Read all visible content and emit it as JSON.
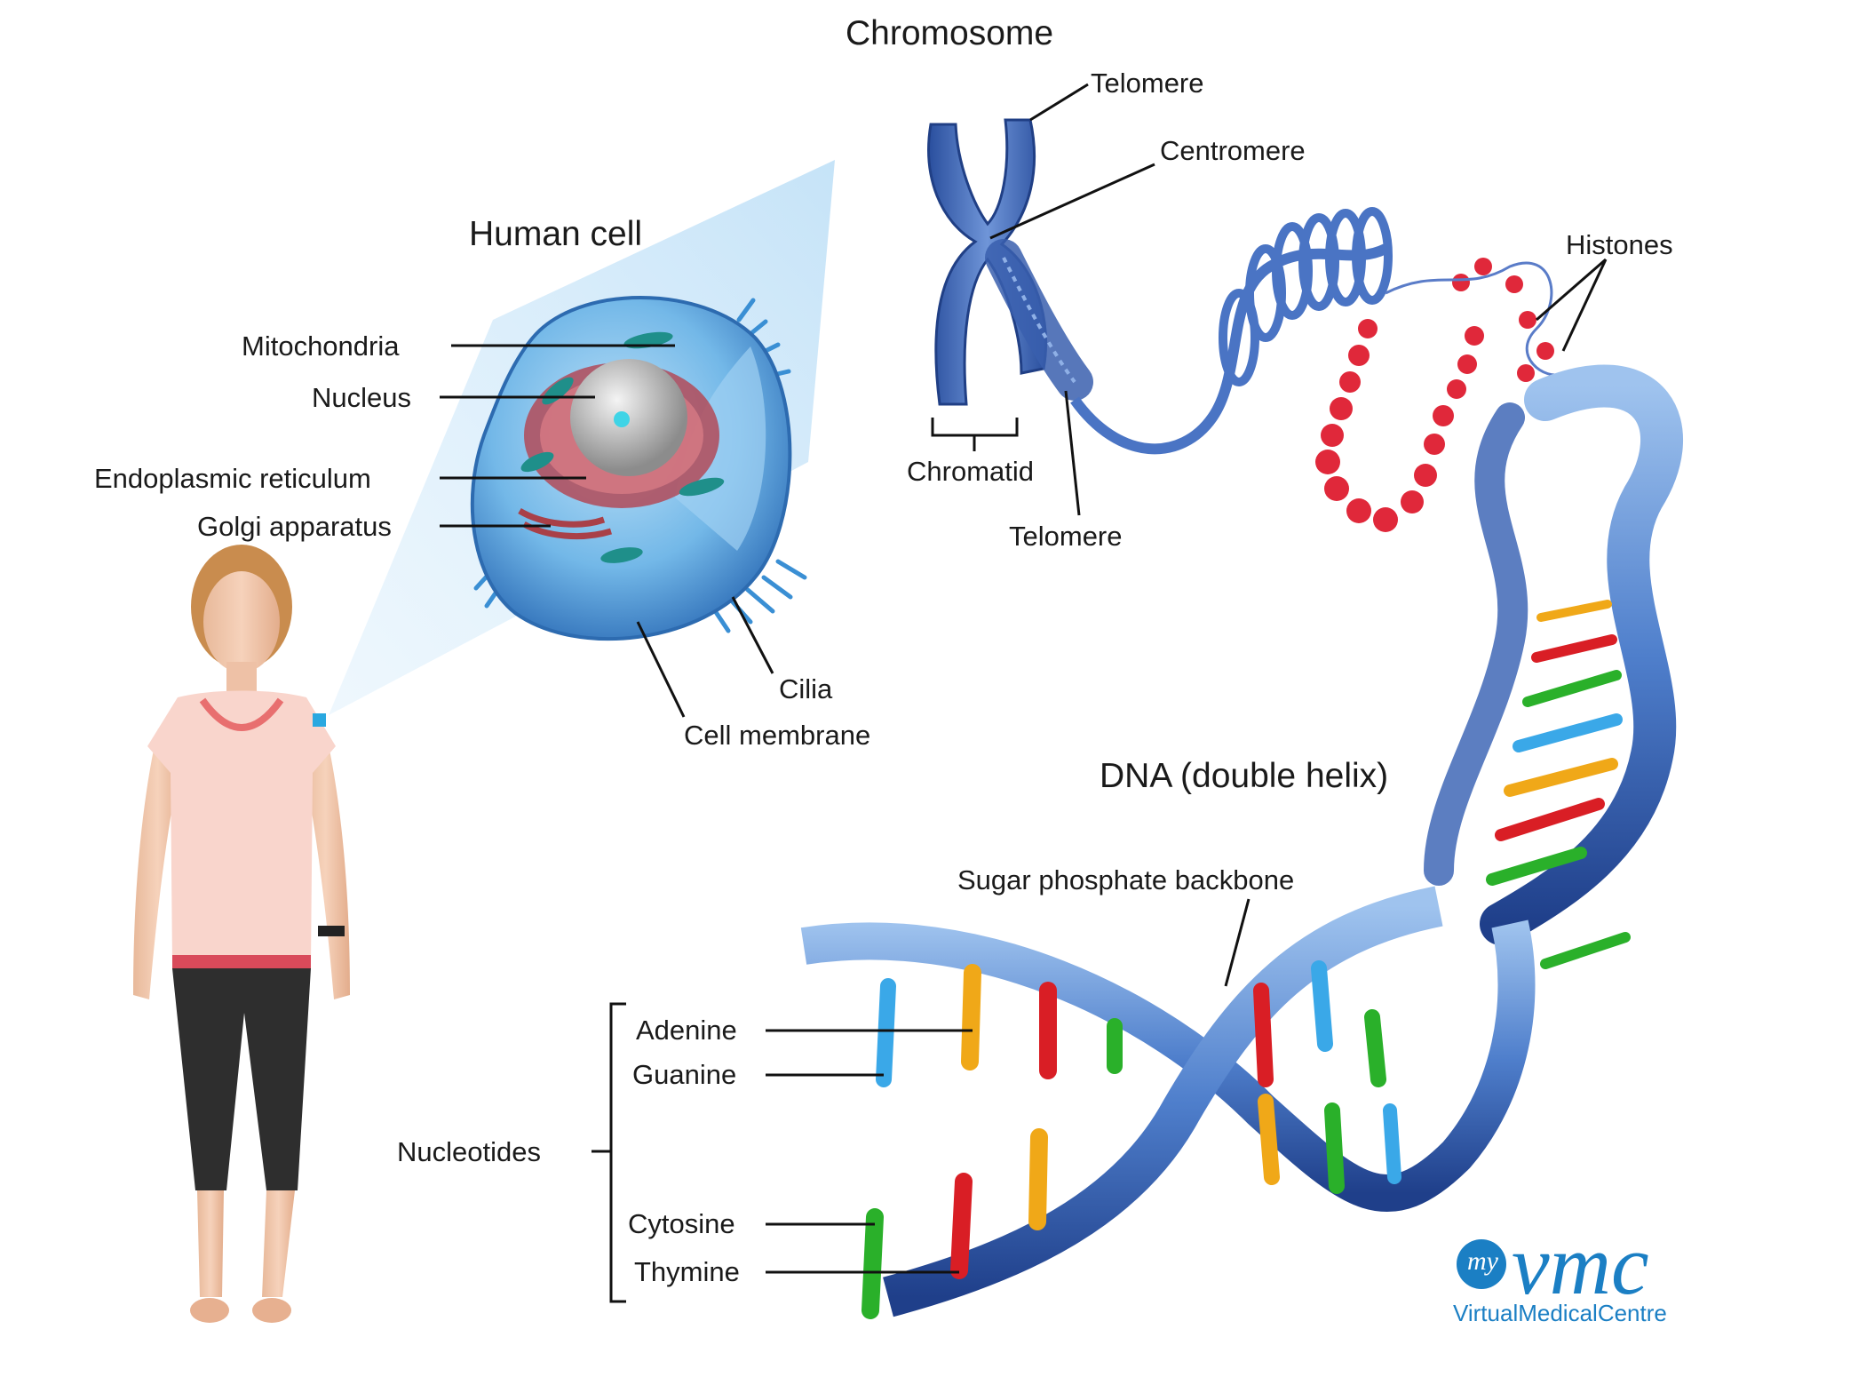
{
  "titles": {
    "human_cell": "Human cell",
    "chromosome": "Chromosome",
    "dna": "DNA (double helix)"
  },
  "cell_labels": {
    "mitochondria": "Mitochondria",
    "nucleus": "Nucleus",
    "er": "Endoplasmic reticulum",
    "golgi": "Golgi apparatus",
    "cilia": "Cilia",
    "membrane": "Cell membrane"
  },
  "chromosome_labels": {
    "telomere_top": "Telomere",
    "centromere": "Centromere",
    "chromatid": "Chromatid",
    "telomere_bottom": "Telomere",
    "histones": "Histones"
  },
  "dna_labels": {
    "backbone": "Sugar phosphate backbone",
    "nucleotides": "Nucleotides",
    "adenine": "Adenine",
    "guanine": "Guanine",
    "cytosine": "Cytosine",
    "thymine": "Thymine"
  },
  "logo": {
    "mark": "my",
    "name": "vmc",
    "full": "VirtualMedicalCentre"
  },
  "colors": {
    "cell_blue": "#6fb4e6",
    "chromosome_blue": "#3f6db8",
    "histone_red": "#e0283a",
    "adenine": "#f0a818",
    "guanine": "#3aa8e8",
    "cytosine": "#2ab02a",
    "thymine": "#d91e25",
    "logo_blue": "#1b7fc4"
  }
}
